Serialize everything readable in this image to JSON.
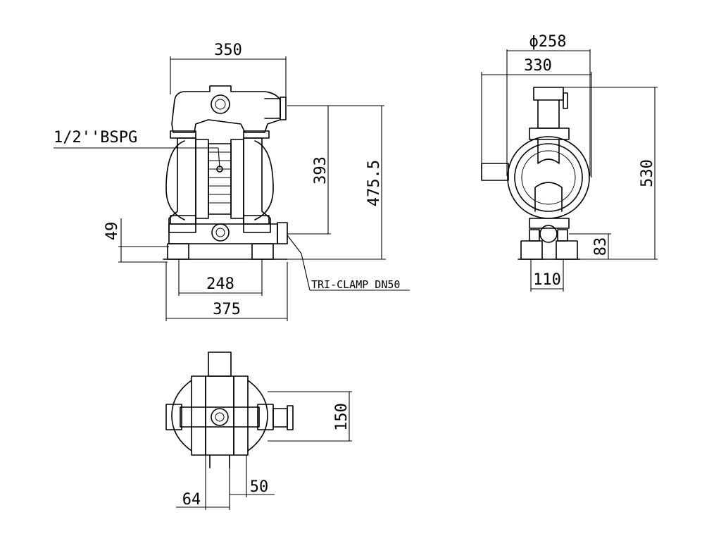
{
  "labels": {
    "front": {
      "width_top": "350",
      "width_bottom": "375",
      "foot_span": "248",
      "outlet_height": "393",
      "overall_height": "475.5",
      "inlet_height": "49",
      "air_port": "1/2''BSPG",
      "connection": "TRI-CLAMP DN50"
    },
    "side": {
      "diameter": "ϕ258",
      "width": "330",
      "height": "530",
      "base_height": "83",
      "base_width": "110"
    },
    "top": {
      "depth": "150",
      "offset_left": "64",
      "offset_right": "50"
    }
  },
  "colors": {
    "line": "#000000",
    "background": "#ffffff"
  }
}
